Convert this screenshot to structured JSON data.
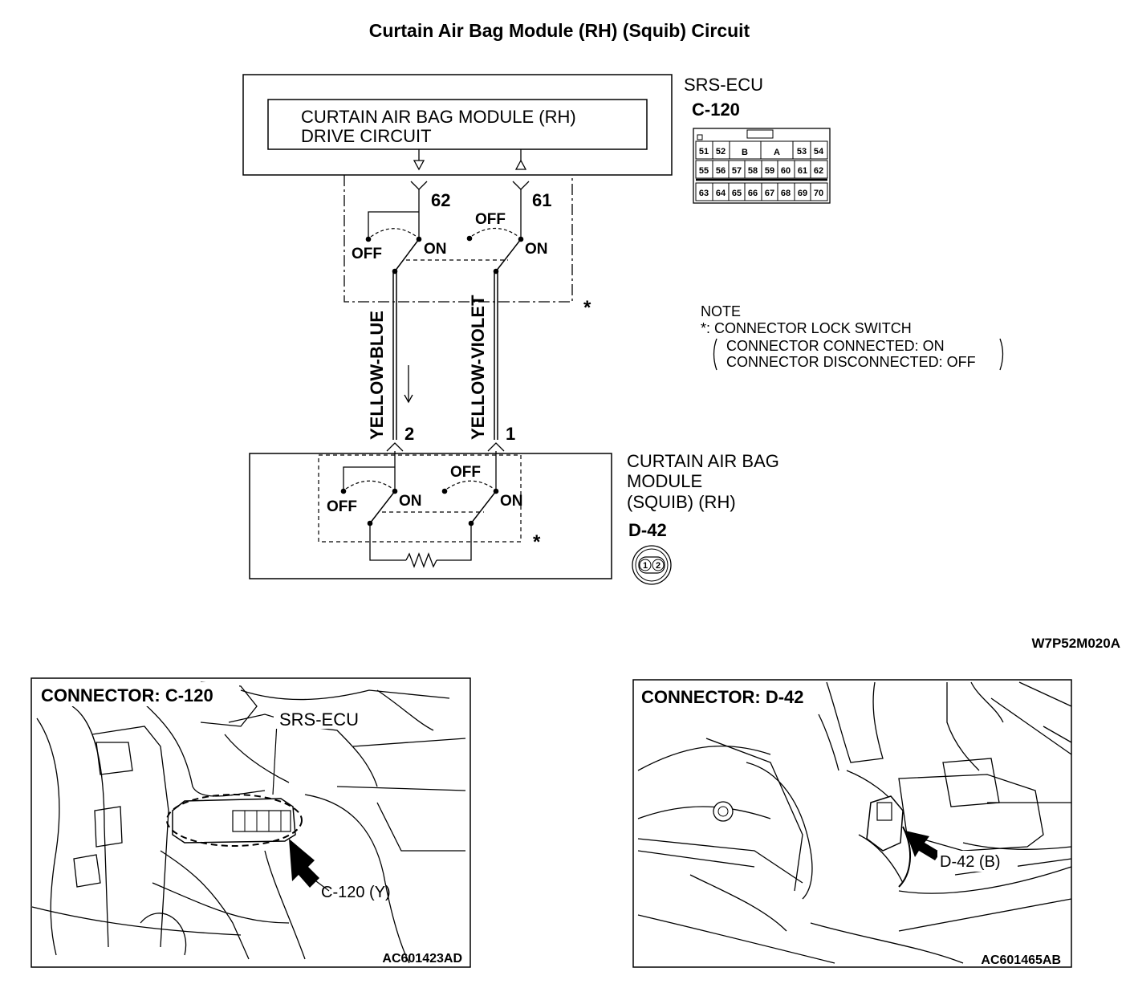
{
  "title": "Curtain Air Bag Module (RH) (Squib) Circuit",
  "ecu": {
    "name": "SRS-ECU",
    "connector": "C-120",
    "drive_circuit_line1": "CURTAIN AIR BAG MODULE (RH)",
    "drive_circuit_line2": "DRIVE CIRCUIT",
    "pins": {
      "left": "62",
      "right": "61"
    },
    "connector_pins": {
      "row1": [
        "51",
        "52",
        "B",
        "A",
        "53",
        "54"
      ],
      "row2": [
        "55",
        "56",
        "57",
        "58",
        "59",
        "60",
        "61",
        "62"
      ],
      "row3": [
        "63",
        "64",
        "65",
        "66",
        "67",
        "68",
        "69",
        "70"
      ]
    }
  },
  "switch_labels": {
    "off": "OFF",
    "on": "ON"
  },
  "asterisk": "*",
  "wires": {
    "left": "YELLOW-BLUE",
    "right": "YELLOW-VIOLET"
  },
  "module": {
    "name_line1": "CURTAIN AIR BAG",
    "name_line2": "MODULE",
    "name_line3": "(SQUIB) (RH)",
    "connector": "D-42",
    "pins": {
      "left": "2",
      "right": "1"
    },
    "connector_pins": [
      "1",
      "2"
    ]
  },
  "note": {
    "heading": "NOTE",
    "item": "*: CONNECTOR LOCK SWITCH",
    "connected": "CONNECTOR CONNECTED: ON",
    "disconnected": "CONNECTOR DISCONNECTED: OFF"
  },
  "figure_code": "W7P52M020A",
  "photo_left": {
    "header": "CONNECTOR: C-120",
    "callout_ecu": "SRS-ECU",
    "callout_connector": "C-120 (Y)",
    "code": "AC601423AD"
  },
  "photo_right": {
    "header": "CONNECTOR: D-42",
    "callout_connector": "D-42 (B)",
    "code": "AC601465AB"
  }
}
